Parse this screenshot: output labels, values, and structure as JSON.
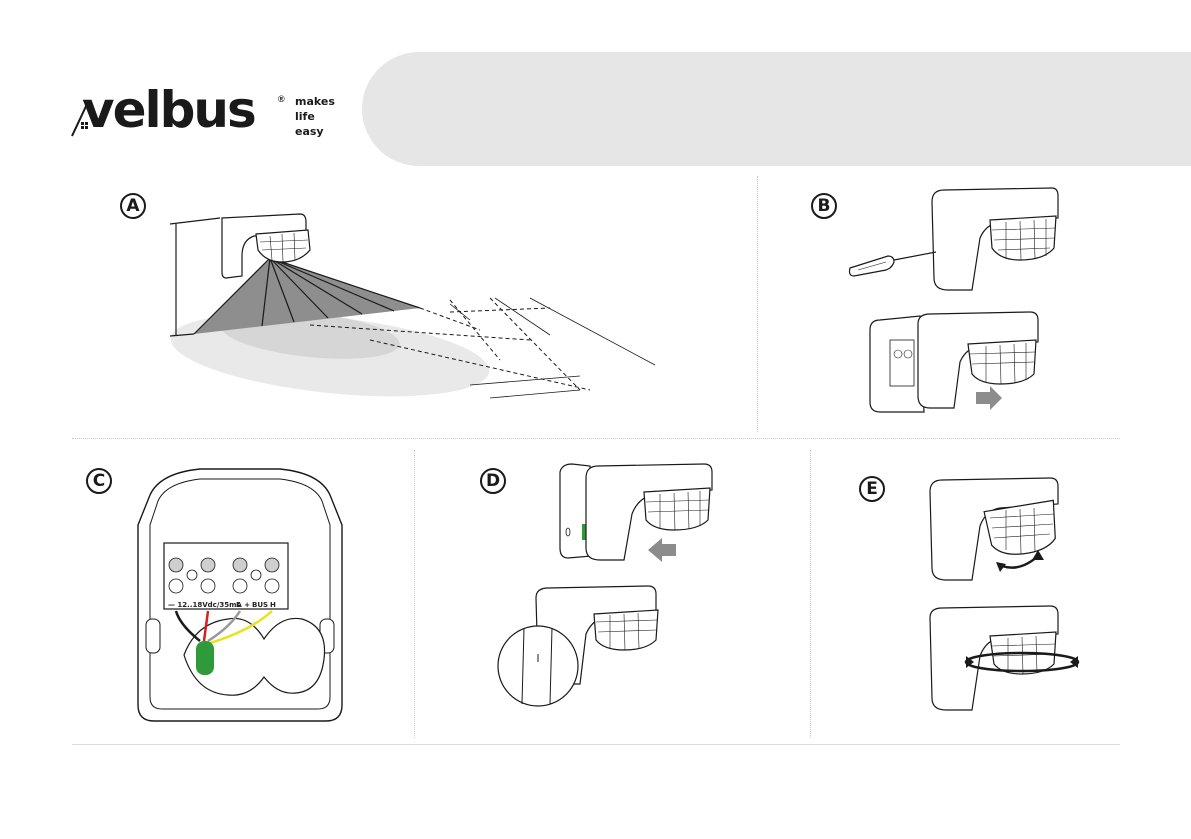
{
  "logo": {
    "word": "velbus",
    "registered": "®",
    "tagline": [
      "makes",
      "life",
      "easy"
    ]
  },
  "panels": [
    {
      "letter": "A"
    },
    {
      "letter": "B"
    },
    {
      "letter": "C"
    },
    {
      "letter": "D"
    },
    {
      "letter": "E"
    }
  ],
  "terminal_labels": {
    "power": "— 12..18Vdc/35mA +",
    "l": "L",
    "bus": "BUS",
    "h": "H"
  },
  "colors": {
    "banner": "#e6e6e6",
    "wire_black": "#1a1a1a",
    "wire_red": "#d62020",
    "wire_white": "#ffffff",
    "wire_yellow": "#e8e31a",
    "connector": "#2e9a3a",
    "arrow": "#8c8c8c"
  }
}
